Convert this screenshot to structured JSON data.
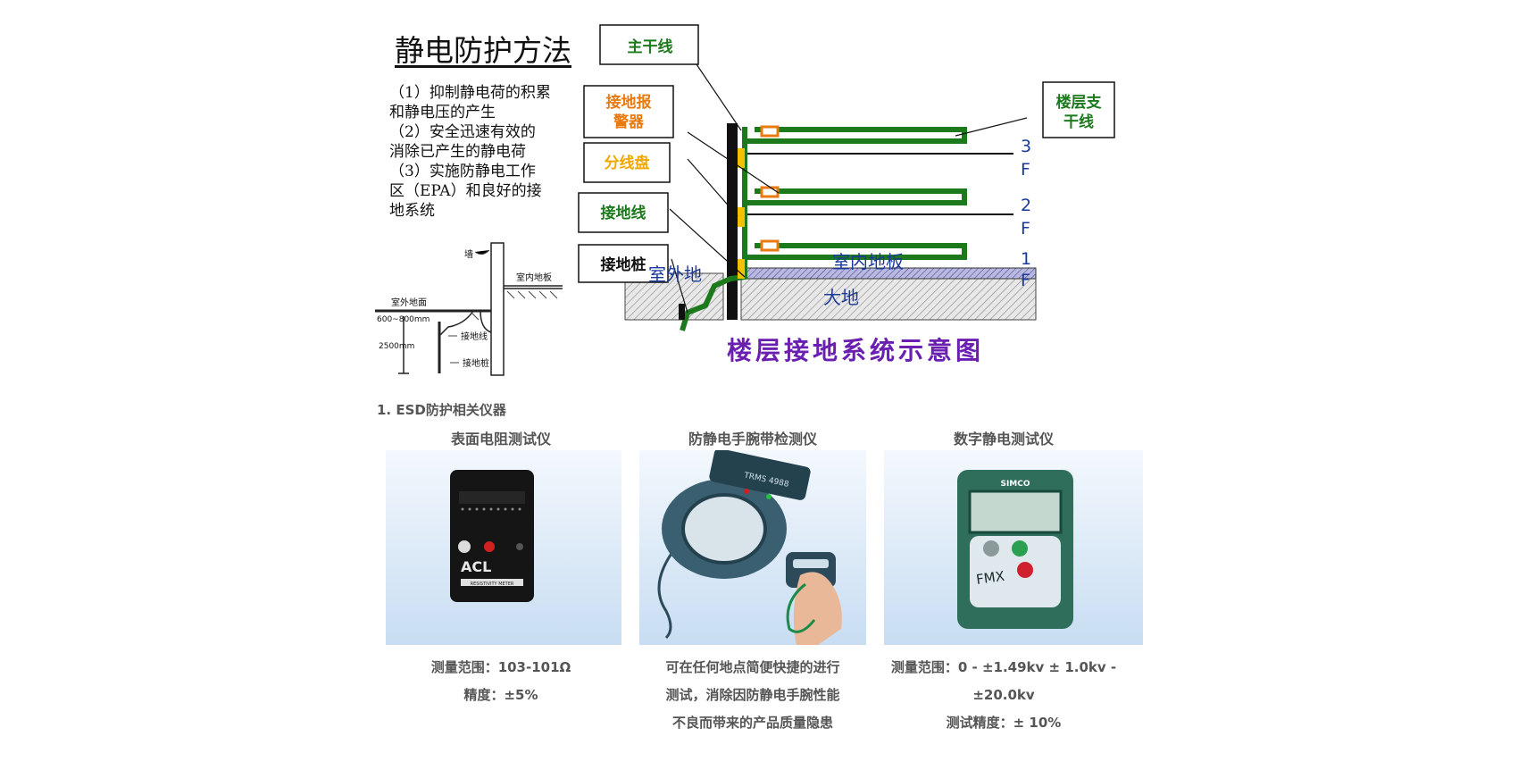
{
  "header": {
    "title": "静电防护方法",
    "methods": [
      "（1）抑制静电荷的积累",
      "和静电压的产生",
      "（2）安全迅速有效的",
      "消除已产生的静电荷",
      "（3）实施防静电工作",
      "区（EPA）和良好的接",
      "地系统"
    ]
  },
  "sketch": {
    "wall": "墙",
    "indoor_floor": "室内地板",
    "outdoor_ground": "室外地面",
    "depth_top": "600~800mm",
    "depth_pile": "2500mm",
    "ground_wire": "接地线",
    "ground_pile": "接地桩"
  },
  "diagram": {
    "caption": "楼层接地系统示意图",
    "labels": {
      "main_trunk": "主干线",
      "alarm": "接地报警器",
      "distribution_panel": "分线盘",
      "ground_wire": "接地线",
      "ground_pile": "接地桩",
      "floor_branch": "楼层支干线",
      "outdoor_ground": "室外地",
      "indoor_floor": "室内地板",
      "earth": "大地"
    },
    "floors": [
      {
        "num": "3",
        "f": "F"
      },
      {
        "num": "2",
        "f": "F"
      },
      {
        "num": "1",
        "f": "F"
      }
    ],
    "colors": {
      "green": "#1c7a1c",
      "orange": "#e87a10",
      "yellow": "#f2c200",
      "blue": "#1a3a9a",
      "purple": "#6a1fb0"
    }
  },
  "section": {
    "title": "1. ESD防护相关仪器"
  },
  "products": [
    {
      "name": "表面电阻测试仪",
      "device_brand": "ACL",
      "device_label": "RESISTIVITY METER",
      "desc": [
        "测量范围：103-101Ω",
        "精度：±5%"
      ]
    },
    {
      "name": "防静电手腕带检测仪",
      "device_brand": "TRMS 4988",
      "desc": [
        "可在任何地点简便快捷的进行",
        "测试，消除因防静电手腕性能",
        "不良而带来的产品质量隐患"
      ]
    },
    {
      "name": "数字静电测试仪",
      "device_brand": "SIMCO",
      "device_label": "FMX",
      "desc": [
        "测量范围：0 - ±1.49kv ± 1.0kv -",
        "±20.0kv",
        "测试精度：± 10%"
      ]
    }
  ]
}
